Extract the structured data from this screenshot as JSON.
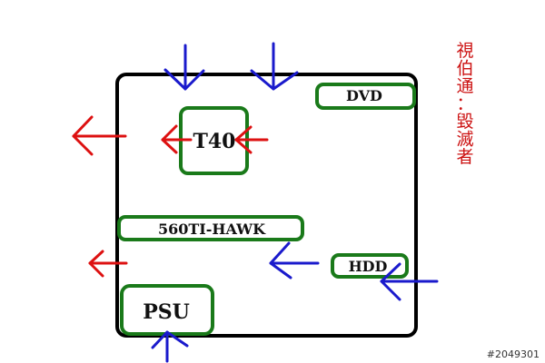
{
  "components": {
    "dvd": "DVD",
    "t40": "T40",
    "gpu": "560TI-HAWK",
    "hdd": "HDD",
    "psu": "PSU"
  },
  "note": [
    "視",
    "伯",
    "通",
    "：",
    "毀",
    "滅",
    "者"
  ],
  "watermark": "#2049301",
  "colors": {
    "case": "#000000",
    "component": "#1a7a1a",
    "intake": "#1a1acc",
    "exhaust": "#dd1111",
    "note": "#cc1111"
  }
}
